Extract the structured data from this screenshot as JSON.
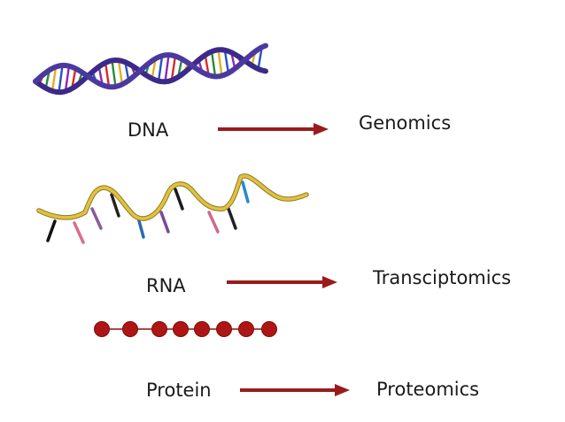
{
  "labels": {
    "dna": "DNA",
    "genomics": "Genomics",
    "rna": "RNA",
    "transcriptomics": "Transciptomics",
    "protein": "Protein",
    "proteomics": "Proteomics"
  },
  "colors": {
    "arrow": "#9b1b1b",
    "helix_backbone": "#3b2a8a",
    "rna_backbone": "#e3c23a",
    "protein_bead": "#b01515",
    "text": "#1a1a1a"
  },
  "icons": {
    "dna": "dna-double-helix-icon",
    "rna": "rna-strand-icon",
    "protein": "amino-acid-chain-icon"
  }
}
